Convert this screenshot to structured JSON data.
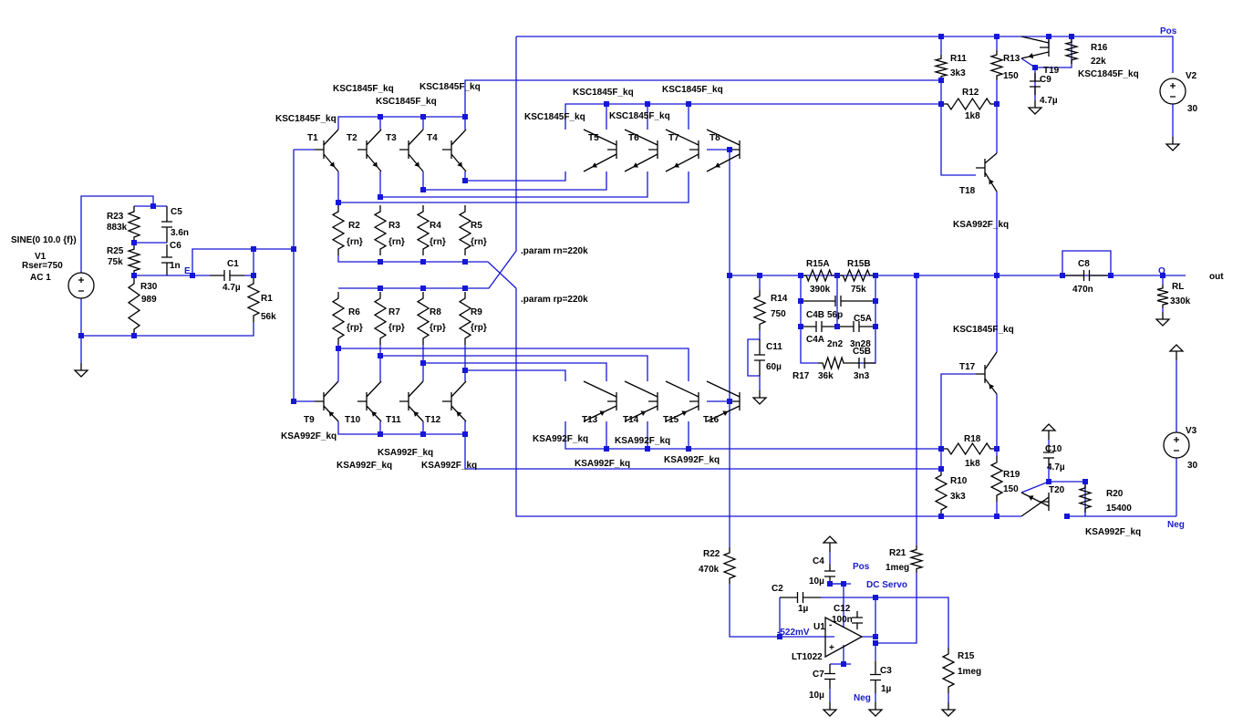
{
  "labels": {
    "v1": [
      "SINE(0 10.0 {f})",
      "V1",
      "Rser=750",
      "AC 1"
    ],
    "resistors": {
      "R23": [
        "R23",
        "883k"
      ],
      "R25": [
        "R25",
        "75k"
      ],
      "R30": [
        "R30",
        "989"
      ],
      "R1": [
        "R1",
        "56k"
      ],
      "R2": [
        "R2",
        "{rn}"
      ],
      "R3": [
        "R3",
        "{rn}"
      ],
      "R4": [
        "R4",
        "{rn}"
      ],
      "R5": [
        "R5",
        "{rn}"
      ],
      "R6": [
        "R6",
        "{rp}"
      ],
      "R7": [
        "R7",
        "{rp}"
      ],
      "R8": [
        "R8",
        "{rp}"
      ],
      "R9": [
        "R9",
        "{rp}"
      ],
      "R14": [
        "R14",
        "750"
      ],
      "R15A": [
        "R15A",
        "390k"
      ],
      "R15B": [
        "R15B",
        "75k"
      ],
      "R17": [
        "R17",
        "36k"
      ],
      "R11": [
        "R11",
        "3k3"
      ],
      "R13": [
        "R13",
        "150"
      ],
      "R12": [
        "R12",
        "1k8"
      ],
      "R16": [
        "R16",
        "22k"
      ],
      "R18": [
        "R18",
        "1k8"
      ],
      "R10": [
        "R10",
        "3k3"
      ],
      "R19": [
        "R19",
        "150"
      ],
      "R20": [
        "R20",
        "15400"
      ],
      "R22": [
        "R22",
        "470k"
      ],
      "R21": [
        "R21",
        "1meg"
      ],
      "R15": [
        "R15",
        "1meg"
      ],
      "RL": [
        "RL",
        "330k"
      ]
    },
    "capacitors": {
      "C5": [
        "C5",
        "3.6n"
      ],
      "C6": [
        "C6",
        "1n"
      ],
      "C1": [
        "C1",
        "4.7µ"
      ],
      "C11": [
        "C11",
        "60µ"
      ],
      "C4B": [
        "C4B",
        "56p"
      ],
      "C5A": [
        "C5A",
        "3n28"
      ],
      "C4A": [
        "C4A",
        "2n2"
      ],
      "C5B": [
        "C5B",
        "3n3"
      ],
      "C9": [
        "C9",
        "4.7µ"
      ],
      "C8": [
        "C8",
        "470n"
      ],
      "C10": [
        "C10",
        "4.7µ"
      ],
      "C4": [
        "C4",
        "10µ"
      ],
      "C2": [
        "C2",
        "1µ"
      ],
      "C12": [
        "C12",
        "100n"
      ],
      "C7": [
        "C7",
        "10µ"
      ],
      "C3": [
        "C3",
        "1µ"
      ]
    },
    "transistors_npn": {
      "T1": "T1",
      "T2": "T2",
      "T3": "T3",
      "T4": "T4",
      "T5": "T5",
      "T6": "T6",
      "T7": "T7",
      "T8": "T8",
      "T17": "T17",
      "T19": "T19",
      "model": "KSC1845F_kq"
    },
    "transistors_pnp": {
      "T9": "T9",
      "T10": "T10",
      "T11": "T11",
      "T12": "T12",
      "T13": "T13",
      "T14": "T14",
      "T15": "T15",
      "T16": "T16",
      "T18": "T18",
      "T20": "T20",
      "model": "KSA992F_kq"
    },
    "sources": {
      "V2": [
        "V2",
        "30"
      ],
      "V3": [
        "V3",
        "30"
      ]
    },
    "nets": {
      "pos": "Pos",
      "neg": "Neg",
      "out": "out",
      "o": "O",
      "e": "E",
      "dc_servo": "DC Servo",
      "voltage": "-522mV"
    },
    "params": {
      "rn": ".param rn=220k",
      "rp": ".param rp=220k"
    },
    "opamp": {
      "name": "U1",
      "model": "LT1022"
    }
  }
}
